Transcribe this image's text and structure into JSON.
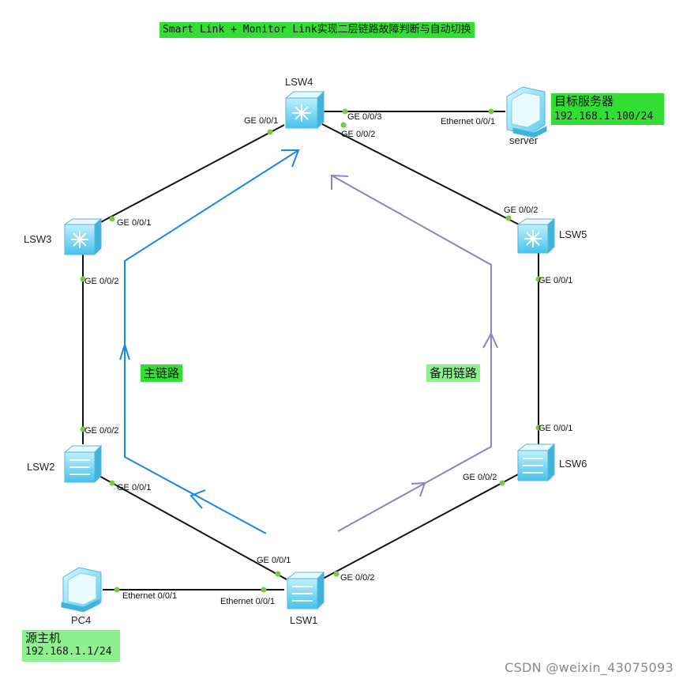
{
  "title": "Smart Link + Monitor Link实现二层链路故障判断与自动切换",
  "devices": {
    "lsw1": "LSW1",
    "lsw2": "LSW2",
    "lsw3": "LSW3",
    "lsw4": "LSW4",
    "lsw5": "LSW5",
    "lsw6": "LSW6",
    "server": "server",
    "pc4": "PC4"
  },
  "ports": {
    "lsw4_ge001": "GE 0/0/1",
    "lsw4_ge003": "GE 0/0/3",
    "lsw4_ge002": "GE 0/0/2",
    "server_eth": "Ethernet 0/0/1",
    "lsw3_ge001": "GE 0/0/1",
    "lsw3_ge002": "GE 0/0/2",
    "lsw5_ge002": "GE 0/0/2",
    "lsw5_ge001": "GE 0/0/1",
    "lsw2_ge002": "GE 0/0/2",
    "lsw2_ge001": "GE 0/0/1",
    "lsw6_ge001": "GE 0/0/1",
    "lsw6_ge002": "GE 0/0/2",
    "lsw1_ge001": "GE 0/0/1",
    "lsw1_ge002": "GE 0/0/2",
    "lsw1_eth": "Ethernet 0/0/1",
    "pc4_eth": "Ethernet 0/0/1"
  },
  "labels": {
    "target_server": "目标服务器",
    "server_ip": "192.168.1.100/24",
    "source_host": "源主机",
    "source_ip": "192.168.1.1/24",
    "main_link": "主链路",
    "backup_link": "备用链路"
  },
  "colors": {
    "highlight": "#33dd33",
    "highlight_light": "#8ef08e",
    "main_path": "#1a86e8",
    "backup_path": "#8a84c6",
    "port_dot": "#7ac943",
    "device": "#6fd0f0"
  },
  "watermark": "CSDN @weixin_43075093"
}
